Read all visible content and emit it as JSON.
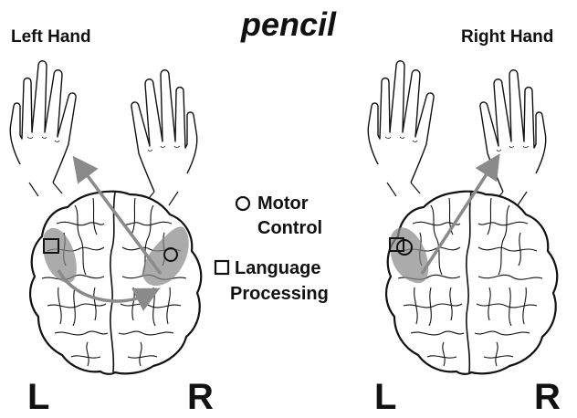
{
  "title": "pencil",
  "left_panel": {
    "hand_label": "Left Hand",
    "hemisphere_left": "L",
    "hemisphere_right": "R"
  },
  "right_panel": {
    "hand_label": "Right Hand",
    "hemisphere_left": "L",
    "hemisphere_right": "R"
  },
  "legend": {
    "motor_line1": "Motor",
    "motor_line2": "Control",
    "language_line1": "Language",
    "language_line2": "Processing",
    "motor_symbol": "circle",
    "language_symbol": "square"
  },
  "colors": {
    "ink": "#111111",
    "activation": "#888888",
    "arrow": "#8a8a8a"
  }
}
